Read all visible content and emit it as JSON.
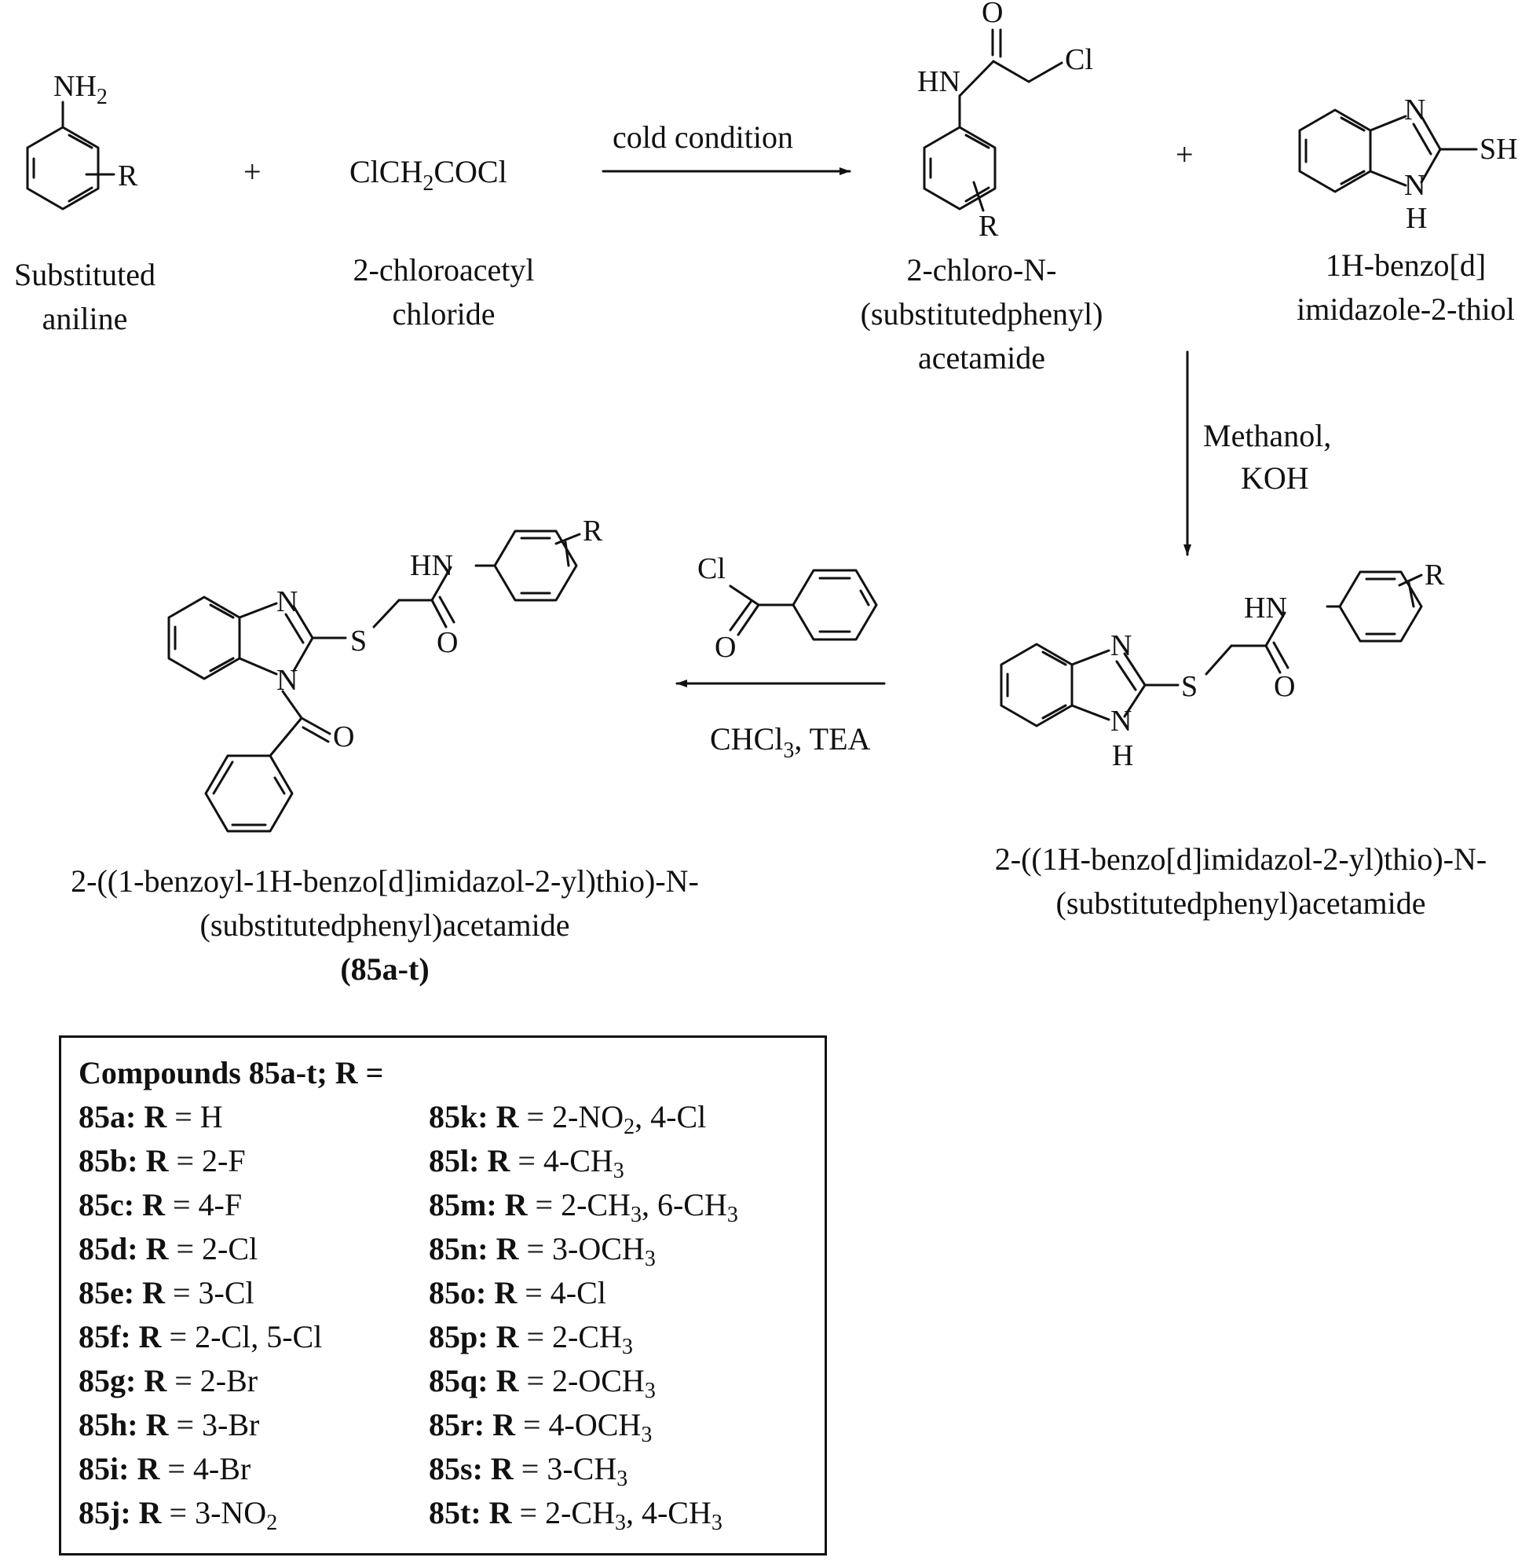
{
  "compounds": {
    "aniline": {
      "name_line1": "Substituted",
      "name_line2": "aniline",
      "nh2": "NH",
      "nh2_sub": "2",
      "r": "R"
    },
    "chloroacetyl": {
      "formula_a": "ClCH",
      "formula_sub": "2",
      "formula_b": "COCl",
      "name_line1": "2-chloroacetyl",
      "name_line2": "chloride"
    },
    "chloroacetamide": {
      "hn": "HN",
      "o": "O",
      "cl": "Cl",
      "r": "R",
      "name_line1": "2-chloro-N-",
      "name_line2": "(substitutedphenyl)",
      "name_line3": "acetamide"
    },
    "benzimidazole_thiol": {
      "n": "N",
      "nh": "N",
      "h": "H",
      "sh": "SH",
      "name_line1": "1H-benzo[d]",
      "name_line2": "imidazole-2-thiol"
    },
    "intermediate": {
      "n": "N",
      "nh": "N",
      "h": "H",
      "s": "S",
      "o": "O",
      "hn": "HN",
      "r": "R",
      "name_line1": "2-((1H-benzo[d]imidazol-2-yl)thio)-N-",
      "name_line2": "(substitutedphenyl)acetamide"
    },
    "benzoyl_chloride": {
      "cl": "Cl",
      "o": "O"
    },
    "product": {
      "n": "N",
      "n1": "N",
      "s": "S",
      "o_amide": "O",
      "o_benzoyl": "O",
      "hn": "HN",
      "r": "R",
      "name_line1": "2-((1-benzoyl-1H-benzo[d]imidazol-2-yl)thio)-N-",
      "name_line2": "(substitutedphenyl)acetamide",
      "code": "(85a-t)"
    }
  },
  "symbols": {
    "plus_1": "+",
    "plus_2": "+"
  },
  "arrows": {
    "step1": "cold condition",
    "step2_line1": "Methanol,",
    "step2_line2": "KOH",
    "step3_a": "CHCl",
    "step3_sub": "3",
    "step3_b": ", TEA"
  },
  "legend": {
    "title": "Compounds 85a-t; R =",
    "left": [
      {
        "code": "85a:",
        "r": "R",
        "eq": " = ",
        "value": "H"
      },
      {
        "code": "85b:",
        "r": "R",
        "eq": " = ",
        "value": "2-F"
      },
      {
        "code": "85c:",
        "r": "R",
        "eq": " = ",
        "value": "4-F"
      },
      {
        "code": "85d:",
        "r": "R",
        "eq": " = ",
        "value": "2-Cl"
      },
      {
        "code": "85e:",
        "r": "R",
        "eq": " = ",
        "value": "3-Cl"
      },
      {
        "code": "85f:",
        "r": "R",
        "eq": " = ",
        "value": "2-Cl, 5-Cl"
      },
      {
        "code": "85g:",
        "r": "R",
        "eq": " = ",
        "value": "2-Br"
      },
      {
        "code": "85h:",
        "r": "R",
        "eq": " = ",
        "value": "3-Br"
      },
      {
        "code": "85i:",
        "r": "R",
        "eq": " = ",
        "value": "4-Br"
      },
      {
        "code": "85j:",
        "r": "R",
        "eq": " = ",
        "value": "3-NO",
        "sub": "2"
      }
    ],
    "right": [
      {
        "code": "85k:",
        "r": "R",
        "eq": " = ",
        "value": "2-NO",
        "sub": "2",
        "value2": ", 4-Cl"
      },
      {
        "code": "85l:",
        "r": "R",
        "eq": " = ",
        "value": "4-CH",
        "sub": "3"
      },
      {
        "code": "85m:",
        "r": "R",
        "eq": " = ",
        "value": "2-CH",
        "sub": "3",
        "value2": ", 6-CH",
        "sub2": "3"
      },
      {
        "code": "85n:",
        "r": "R",
        "eq": " = ",
        "value": "3-OCH",
        "sub": "3"
      },
      {
        "code": "85o:",
        "r": "R",
        "eq": " = ",
        "value": "4-Cl"
      },
      {
        "code": "85p:",
        "r": "R",
        "eq": " = ",
        "value": "2-CH",
        "sub": "3"
      },
      {
        "code": "85q:",
        "r": "R",
        "eq": " = ",
        "value": "2-OCH",
        "sub": "3"
      },
      {
        "code": "85r:",
        "r": "R",
        "eq": " = ",
        "value": "4-OCH",
        "sub": "3"
      },
      {
        "code": "85s:",
        "r": "R",
        "eq": " = ",
        "value": "3-CH",
        "sub": "3"
      },
      {
        "code": "85t:",
        "r": "R",
        "eq": " = ",
        "value": "2-CH",
        "sub": "3",
        "value2": ", 4-CH",
        "sub2": "3"
      }
    ]
  }
}
